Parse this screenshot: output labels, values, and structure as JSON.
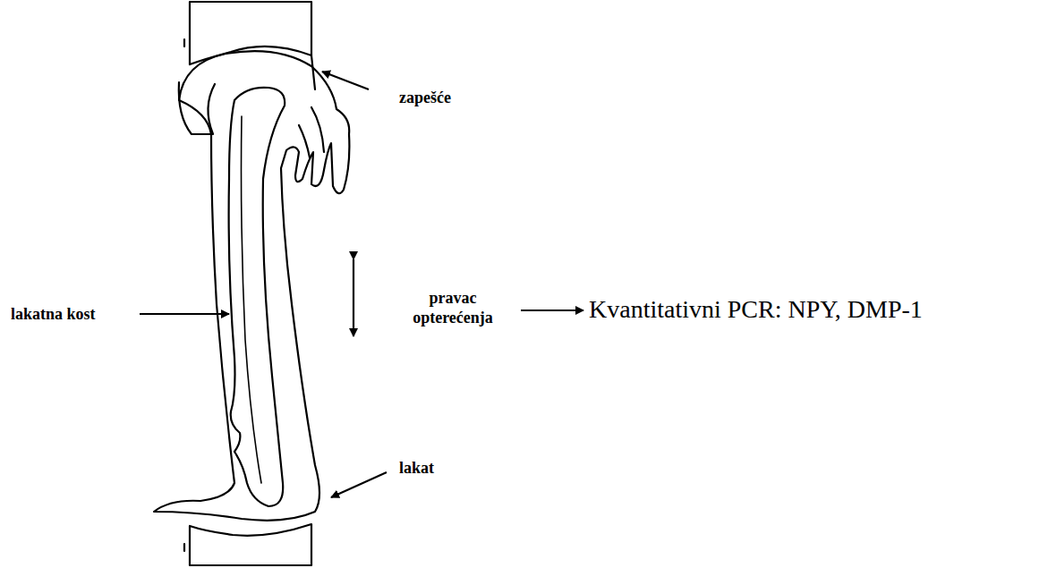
{
  "diagram": {
    "labels": [
      "zapešće",
      "lakatna kost",
      "pravac opterećenja",
      "lakat",
      "Kvantitativni PCR: NPY, DMP-1"
    ]
  }
}
